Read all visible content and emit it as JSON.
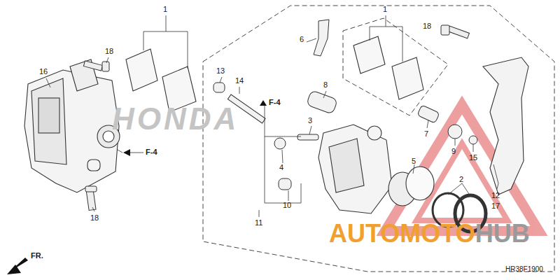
{
  "diagram": {
    "labels": [
      "HONDA",
      "1",
      "18",
      "16",
      "F-4",
      "18",
      "FR.",
      "13",
      "14",
      "6",
      "F-4",
      "8",
      "3",
      "4",
      "10",
      "11",
      "1",
      "18",
      "7",
      "5",
      "9",
      "15",
      "2",
      "12",
      "17",
      "AUTOMOTO",
      "HUB",
      "HR38F1900"
    ]
  }
}
